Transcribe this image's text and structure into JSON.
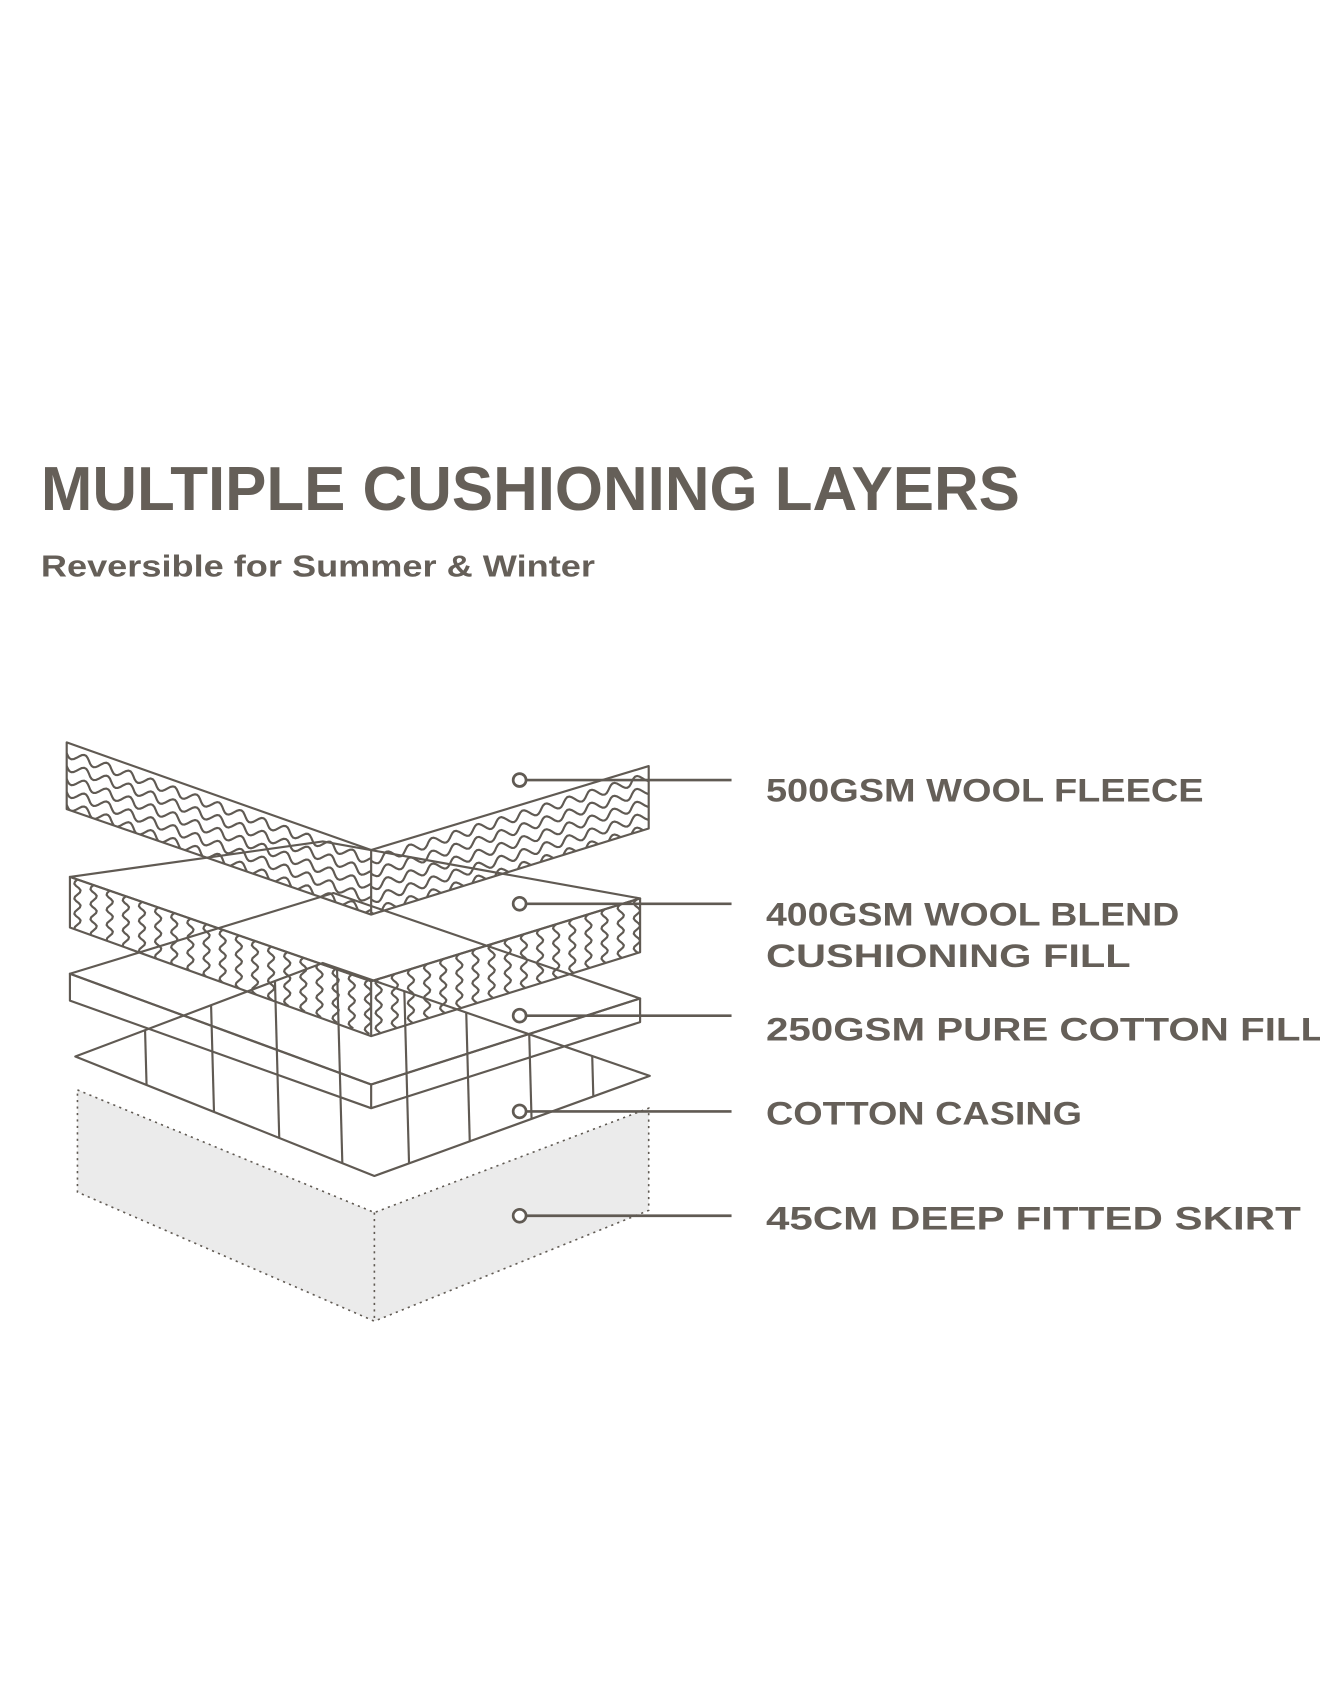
{
  "title": "MULTIPLE CUSHIONING LAYERS",
  "subtitle": "Reversible for Summer & Winter",
  "colors": {
    "text": "#655f58",
    "line": "#605a53",
    "fill": "#ebebeb"
  },
  "layers": [
    {
      "label_lines": [
        "500GSM WOOL FLEECE"
      ]
    },
    {
      "label_lines": [
        "400GSM WOOL BLEND",
        "CUSHIONING FILL"
      ]
    },
    {
      "label_lines": [
        "250GSM PURE COTTON FILL"
      ]
    },
    {
      "label_lines": [
        "COTTON CASING"
      ]
    },
    {
      "label_lines": [
        "45CM DEEP FITTED SKIRT"
      ]
    }
  ]
}
